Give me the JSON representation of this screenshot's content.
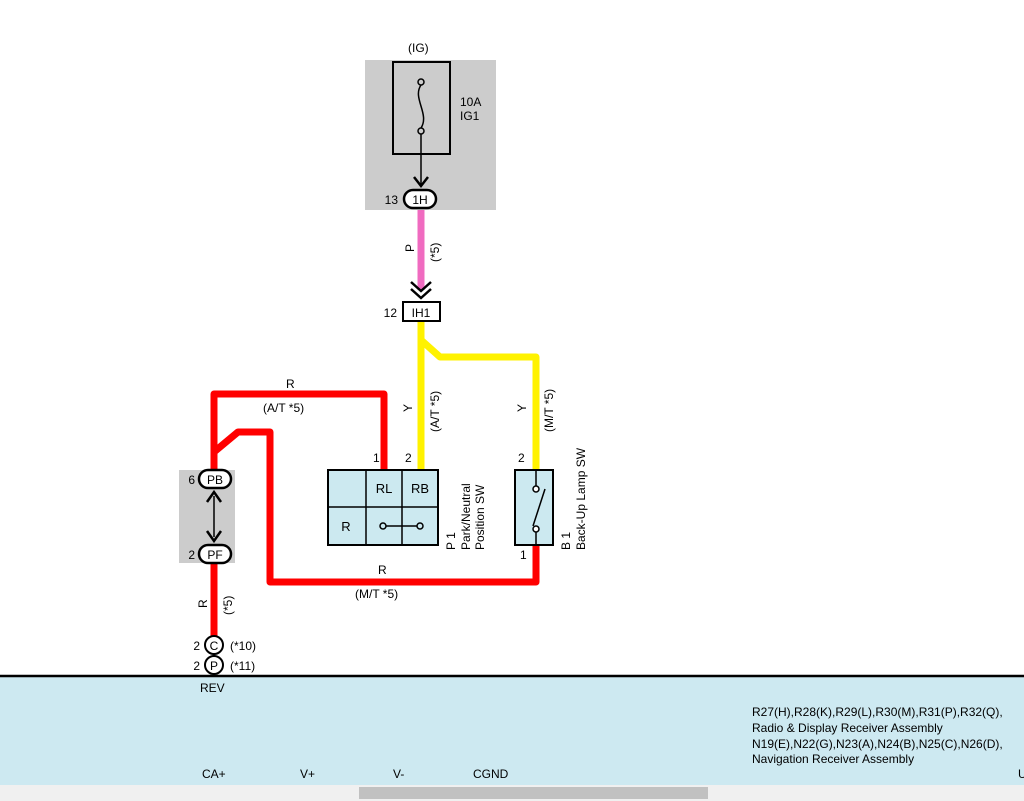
{
  "fuse": {
    "supply": "(IG)",
    "rating": "10A",
    "name": "IG1"
  },
  "connectors": {
    "c1h": {
      "pin": "13",
      "id": "1H"
    },
    "ih1": {
      "pin": "12",
      "id": "IH1"
    },
    "pb": {
      "pin": "6",
      "id": "PB"
    },
    "pf": {
      "pin": "2",
      "id": "PF"
    },
    "c": {
      "pin": "2",
      "id": "C",
      "note": "(*10)"
    },
    "p": {
      "pin": "2",
      "id": "P",
      "note": "(*11)"
    }
  },
  "wires": {
    "pink": {
      "color": "P",
      "note": "(*5)"
    },
    "yellow_at": {
      "color": "Y",
      "note": "(A/T *5)"
    },
    "yellow_mt": {
      "color": "Y",
      "note": "(M/T *5)"
    },
    "red_top": {
      "color": "R",
      "note": "(A/T *5)"
    },
    "red_bottom": {
      "color": "R",
      "note": "(M/T *5)"
    },
    "red_left": {
      "color": "R",
      "note": "(*5)"
    }
  },
  "park_neutral_switch": {
    "code": "P 1",
    "name_line1": "Park/Neutral",
    "name_line2": "Position SW",
    "pin1": "1",
    "pin2": "2",
    "cells": [
      "RL",
      "RB",
      "R"
    ]
  },
  "backup_lamp_switch": {
    "code": "B 1",
    "name": "Back-Up Lamp SW",
    "pin_top": "2",
    "pin_bottom": "1"
  },
  "receiver": {
    "terminal": "REV",
    "pins": [
      "CA+",
      "V+",
      "V-",
      "CGND"
    ],
    "line1": "R27(H),R28(K),R29(L),R30(M),R31(P),R32(Q),",
    "line2": "Radio & Display Receiver Assembly",
    "line3": "N19(E),N22(G),N23(A),N24(B),N25(C),N26(D),",
    "line4": "Navigation Receiver Assembly",
    "edge_char": "U"
  },
  "colors": {
    "pink_wire": "#f06bc0",
    "yellow_wire": "#fff200",
    "red_wire": "#ff0000",
    "gray_box": "#cccccc",
    "component_fill": "#cce9f0",
    "receiver_fill": "#cde9f1"
  }
}
